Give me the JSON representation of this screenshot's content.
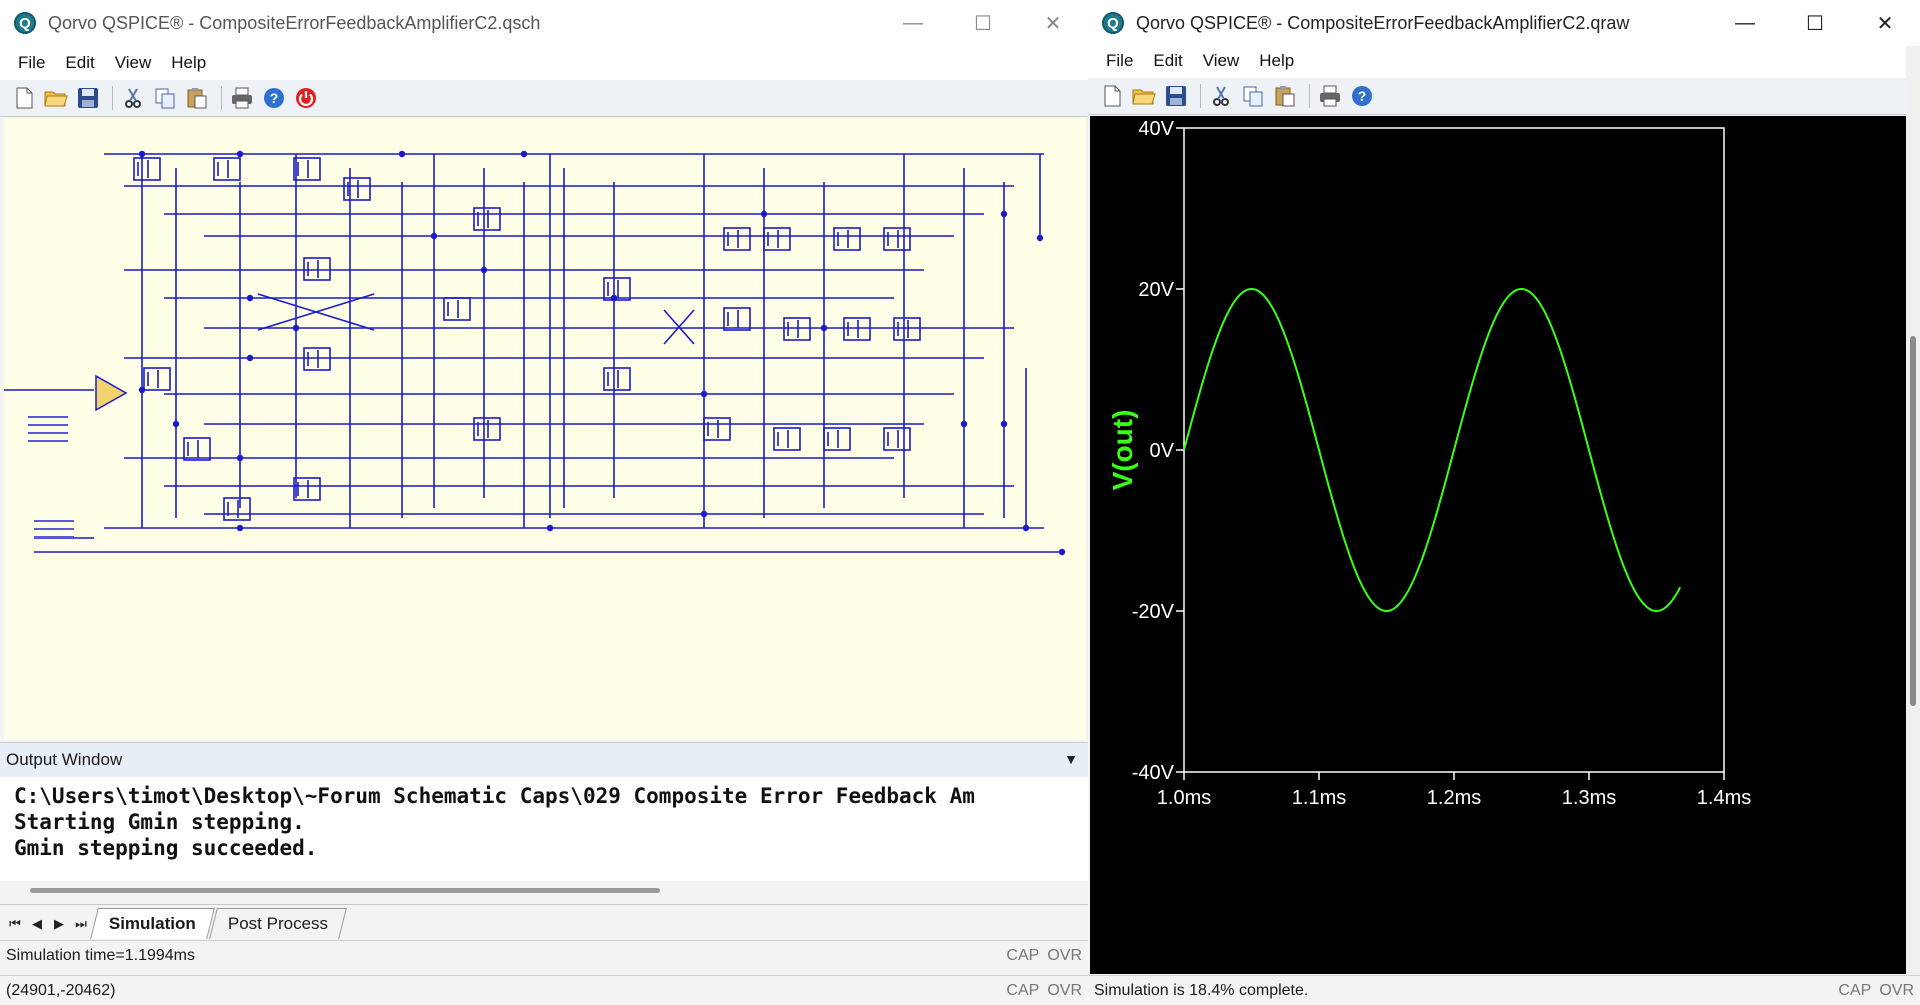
{
  "left_window": {
    "title": "Qorvo QSPICE® - CompositeErrorFeedbackAmplifierC2.qsch",
    "menu": [
      "File",
      "Edit",
      "View",
      "Help"
    ],
    "caption": {
      "minimize": "—",
      "maximize": "☐",
      "close": "✕"
    },
    "output_panel": {
      "title": "Output Window",
      "lines": [
        "C:\\Users\\timot\\Desktop\\~Forum Schematic Caps\\029 Composite Error Feedback Am",
        "Starting Gmin stepping.",
        "Gmin stepping succeeded."
      ]
    },
    "tabs": {
      "nav": [
        "⏮",
        "◀",
        "▶",
        "⏭"
      ],
      "items": [
        "Simulation",
        "Post Process"
      ]
    },
    "status": {
      "sim_time": "Simulation time=1.1994ms",
      "coords": "(24901,-20462)",
      "cap": "CAP",
      "ovr": "OVR"
    }
  },
  "right_window": {
    "title": "Qorvo QSPICE® - CompositeErrorFeedbackAmplifierC2.qraw",
    "menu": [
      "File",
      "Edit",
      "View",
      "Help"
    ],
    "caption": {
      "minimize": "—",
      "maximize": "☐",
      "close": "✕"
    },
    "status": {
      "progress_text": "Simulation is 18.4% complete.",
      "cap": "CAP",
      "ovr": "OVR"
    }
  },
  "chart_data": {
    "type": "line",
    "series": [
      {
        "name": "V(out)",
        "color": "#39ff14",
        "amplitude": 20,
        "offset": 0,
        "frequency_hz": 5000,
        "x_start": 1.0,
        "x_end": 1.3675
      }
    ],
    "xlim": [
      1.0,
      1.4
    ],
    "ylim": [
      -40,
      40
    ],
    "x_ticks": [
      "1.0ms",
      "1.1ms",
      "1.2ms",
      "1.3ms",
      "1.4ms"
    ],
    "y_ticks": [
      "40V",
      "20V",
      "0V",
      "-20V",
      "-40V"
    ],
    "ylabel": "V(out)",
    "xlabel": "",
    "grid": false,
    "background": "#000000",
    "axis_color": "#ffffff"
  }
}
